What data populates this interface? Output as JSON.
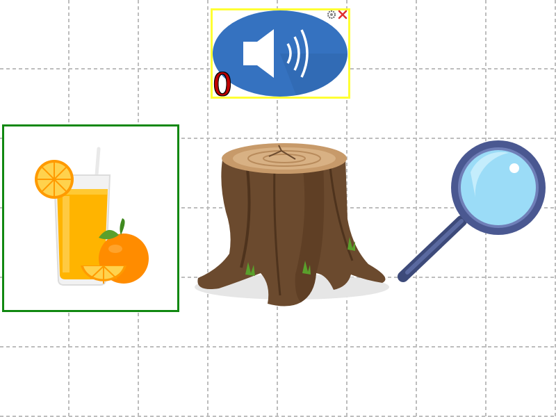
{
  "canvas": {
    "background": "#ffffff",
    "grid_color": "#bdbdbd"
  },
  "sound_card": {
    "icon": "speaker-sound-icon",
    "counter": "0",
    "border_color": "#ffff33",
    "tools": [
      "settings-icon",
      "close-icon"
    ]
  },
  "cards": [
    {
      "name": "orange-juice",
      "icon": "orange-juice-image",
      "selected": true,
      "border_color": "#118811"
    },
    {
      "name": "tree-stump",
      "icon": "tree-stump-image",
      "selected": false
    },
    {
      "name": "magnifying-glass",
      "icon": "magnifying-glass-image",
      "selected": false
    }
  ]
}
